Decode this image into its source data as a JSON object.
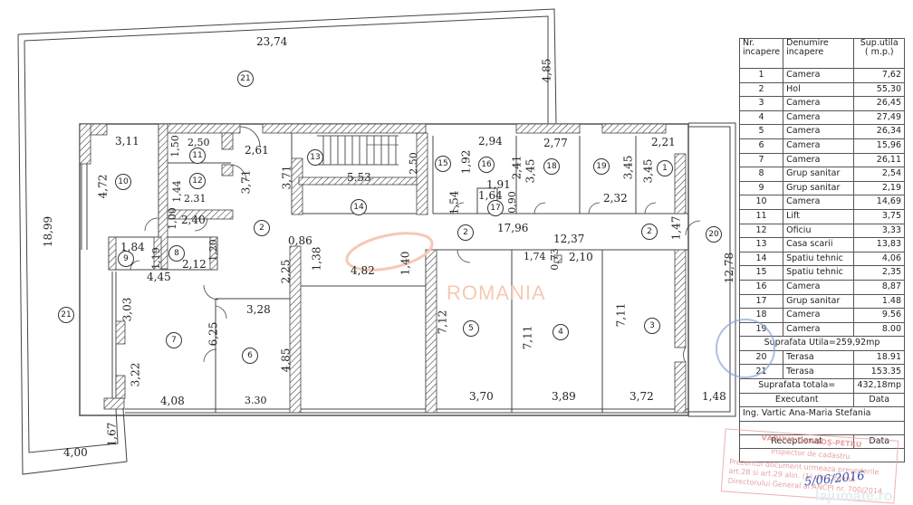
{
  "plan": {
    "watermark": "ROMANIA",
    "dimensions": {
      "terrace_top_width": "23,74",
      "terrace_top_height": "4,85",
      "terrace_left_height": "18,99",
      "terrace_left_bottom_width": "4,00",
      "terrace_left_small": "1,67",
      "terrace_right_height": "12,78",
      "terrace_right_bottom": "1,48",
      "room10_width": "3,11",
      "room10_height": "4,72",
      "room11_width": "2,50",
      "room11_height": "1,50",
      "room12_width": "2.31",
      "room12_height": "1,44",
      "hall_door_width": "2,61",
      "hall_left_height_a": "3,71",
      "hall_left_height_b": "3,71",
      "stair_width": "5.53",
      "stair_height": "2.50",
      "room16_width": "2,94",
      "room16_height": "2,41",
      "room15_height_a": "1,92",
      "room15_height_b": "1,54",
      "room17_width_a": "1,91",
      "room17_width_b": "1,64",
      "room17_height": "0,90",
      "room18_width": "2,77",
      "room18_height": "3,45",
      "room19_height": "3,45",
      "room19_width": "2,32",
      "room1_width": "2,21",
      "room1_height": "3,45",
      "hall_length": "17,96",
      "hall_length_b": "12,37",
      "hall_right_width": "1,47",
      "hall_gap": "2,40",
      "hall_gap_v": "1,00",
      "room9_width": "1,84",
      "room9_height": "1,19",
      "room8_width": "2,12",
      "room8_height": "1,20",
      "wc_total_width": "4,45",
      "pillar_width": "0,86",
      "pillar_height_a": "2,25",
      "pillar_height_b": "1,38",
      "opening_width": "4,82",
      "opening_height": "1,40",
      "room7_height_a": "3,03",
      "room7_height_b": "6,25",
      "room7_height_c": "3,22",
      "room7_width": "4,08",
      "room6_width_top": "3,28",
      "room6_height": "4,85",
      "room6_width": "3.30",
      "room5_height": "7,12",
      "room5_width": "3,70",
      "room4_height": "7,11",
      "room4_width": "3,89",
      "room4_small_a": "1,74",
      "room4_small_b": "0,73",
      "room4_small_c": "2,10",
      "room3_height": "7,11",
      "room3_width": "3,72"
    },
    "room_markers": [
      "1",
      "2",
      "3",
      "4",
      "5",
      "6",
      "7",
      "8",
      "9",
      "10",
      "11",
      "12",
      "13",
      "14",
      "15",
      "16",
      "17",
      "18",
      "19",
      "20",
      "21"
    ]
  },
  "table": {
    "headers": {
      "nr": "Nr. incapere",
      "name": "Denumire incapere",
      "area": "Sup.utila ( m.p.)"
    },
    "rows": [
      {
        "nr": "1",
        "name": "Camera",
        "area": "7,62"
      },
      {
        "nr": "2",
        "name": "Hol",
        "area": "55,30"
      },
      {
        "nr": "3",
        "name": "Camera",
        "area": "26,45"
      },
      {
        "nr": "4",
        "name": "Camera",
        "area": "27,49"
      },
      {
        "nr": "5",
        "name": "Camera",
        "area": "26,34"
      },
      {
        "nr": "6",
        "name": "Camera",
        "area": "15,96"
      },
      {
        "nr": "7",
        "name": "Camera",
        "area": "26,11"
      },
      {
        "nr": "8",
        "name": "Grup sanitar",
        "area": "2,54"
      },
      {
        "nr": "9",
        "name": "Grup sanitar",
        "area": "2,19"
      },
      {
        "nr": "10",
        "name": "Camera",
        "area": "14,69"
      },
      {
        "nr": "11",
        "name": "Lift",
        "area": "3,75"
      },
      {
        "nr": "12",
        "name": "Oficiu",
        "area": "3,33"
      },
      {
        "nr": "13",
        "name": "Casa scarii",
        "area": "13,83"
      },
      {
        "nr": "14",
        "name": "Spatiu tehnic",
        "area": "4,06"
      },
      {
        "nr": "15",
        "name": "Spatiu tehnic",
        "area": "2,35"
      },
      {
        "nr": "16",
        "name": "Camera",
        "area": "8,87"
      },
      {
        "nr": "17",
        "name": "Grup sanitar",
        "area": "1.48"
      },
      {
        "nr": "18",
        "name": "Camera",
        "area": "9.56"
      },
      {
        "nr": "19",
        "name": "Camera",
        "area": "8.00"
      }
    ],
    "useful_area_label": "Suprafata Utila=259,92mp",
    "terrace_rows": [
      {
        "nr": "20",
        "name": "Terasa",
        "area": "18.91"
      },
      {
        "nr": "21",
        "name": "Terasa",
        "area": "153.35"
      }
    ],
    "total_label": "Suprafata totala=",
    "total_value": "432,18mp",
    "executant_label": "Executant",
    "date_label": "Data",
    "executant_name": "Ing. Vartic Ana-Maria Stefania",
    "received_label": "Receptionat",
    "received_date_label": "Data"
  },
  "stamps": {
    "inspector": "VĂDUVA DRAGOȘ-PETRU",
    "inspector_role": "Inspector de cadastru",
    "red_stamp_text": "Prezentul document urmeaza prevederile art.28 si art.29 alin. (1) din Ordinul Directorului General al ANCPI nr. 700/2014",
    "signature_date": "5/06/2016",
    "site_logo": "lajumate.ro"
  }
}
